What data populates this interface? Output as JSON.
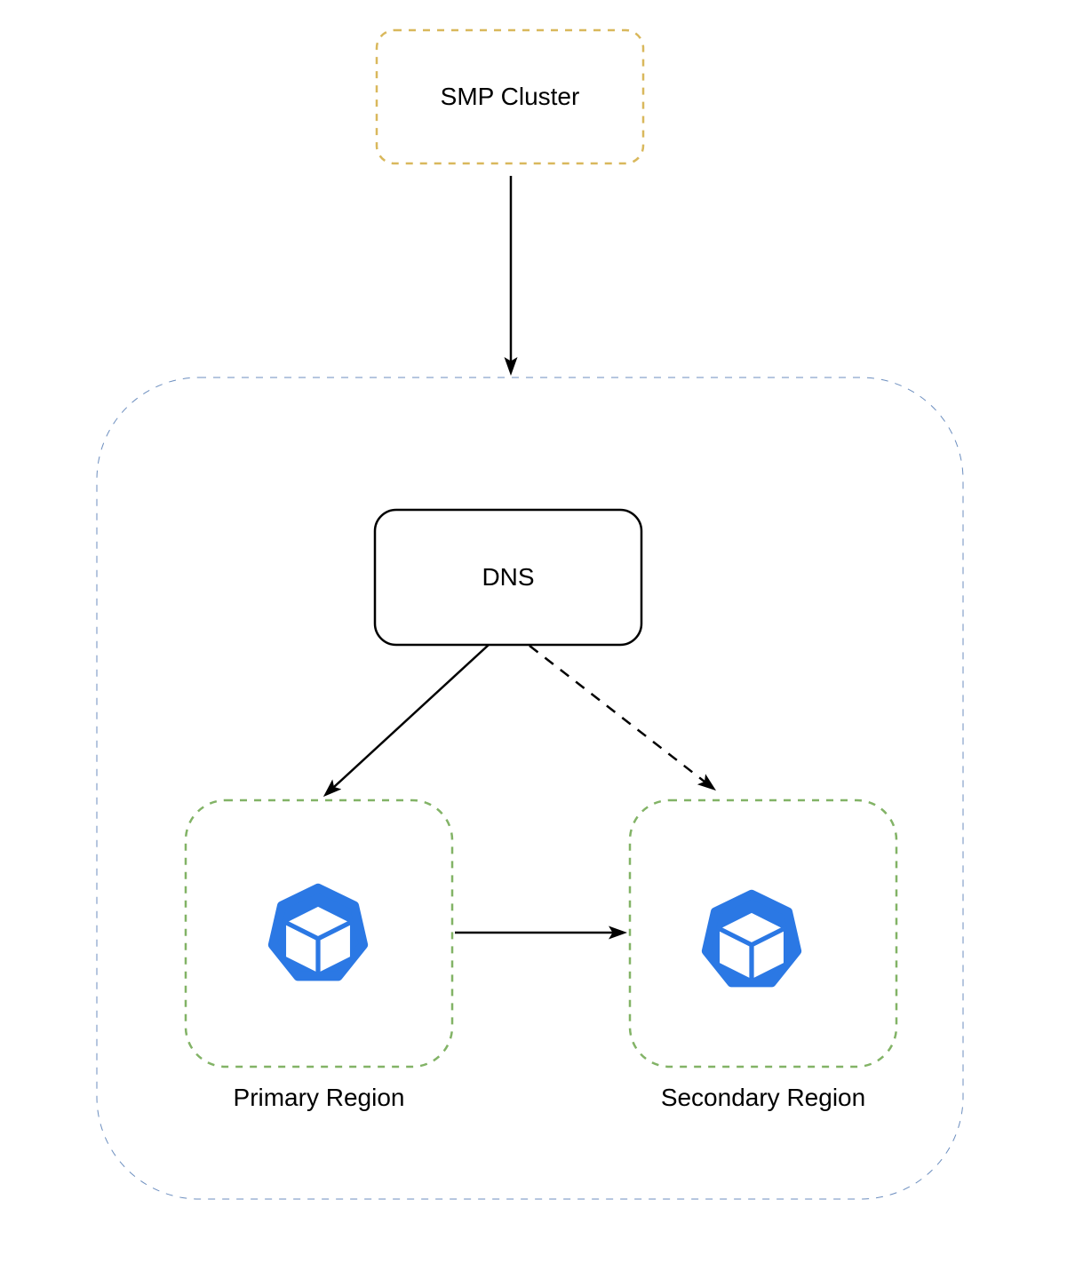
{
  "diagram": {
    "nodes": {
      "smp_cluster": {
        "label": "SMP Cluster",
        "border_style": "dashed",
        "border_color": "#D9B85C"
      },
      "dns": {
        "label": "DNS",
        "border_style": "solid",
        "border_color": "#000000"
      },
      "region_boundary": {
        "label": "",
        "border_style": "dashed",
        "border_color": "#6C8EBF"
      },
      "primary_region": {
        "label": "Primary Region",
        "border_style": "dashed",
        "border_color": "#82B366",
        "icon": "cluster-cube-icon"
      },
      "secondary_region": {
        "label": "Secondary Region",
        "border_style": "dashed",
        "border_color": "#82B366",
        "icon": "cluster-cube-icon"
      }
    },
    "edges": [
      {
        "from": "smp_cluster",
        "to": "region_boundary",
        "style": "solid",
        "arrowhead": "filled"
      },
      {
        "from": "dns",
        "to": "primary_region",
        "style": "solid",
        "arrowhead": "filled"
      },
      {
        "from": "dns",
        "to": "secondary_region",
        "style": "dashed",
        "arrowhead": "filled"
      },
      {
        "from": "primary_region",
        "to": "secondary_region",
        "style": "solid",
        "arrowhead": "filled"
      }
    ],
    "colors": {
      "smp_border": "#D9B85C",
      "outer_border": "#6C8EBF",
      "region_border": "#82B366",
      "node_border": "#000000",
      "arrow": "#000000",
      "icon_blue": "#2B78E4",
      "icon_cube": "#FFFFFF",
      "label": "#000000",
      "background": "#FFFFFF"
    }
  }
}
